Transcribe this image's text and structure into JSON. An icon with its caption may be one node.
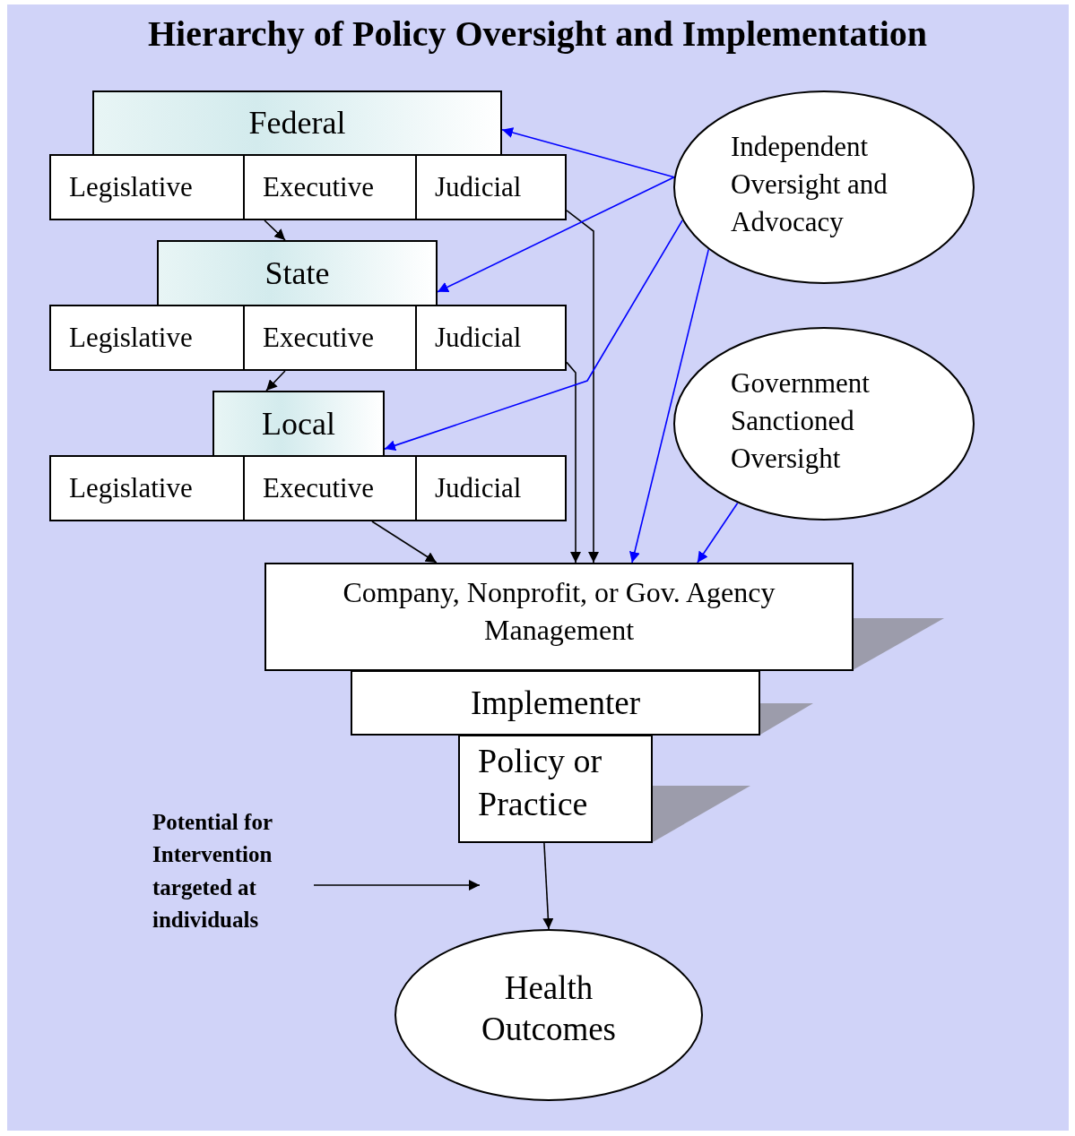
{
  "diagram": {
    "title": "Hierarchy of Policy Oversight and Implementation",
    "nodes": [
      {
        "text": [
          "Federal"
        ]
      },
      {
        "text": [
          "Legislative"
        ]
      },
      {
        "text": [
          "Executive"
        ]
      },
      {
        "text": [
          "Judicial"
        ]
      },
      {
        "text": [
          "State"
        ]
      },
      {
        "text": [
          "Legislative"
        ]
      },
      {
        "text": [
          "Executive"
        ]
      },
      {
        "text": [
          "Judicial"
        ]
      },
      {
        "text": [
          "Local"
        ]
      },
      {
        "text": [
          "Legislative"
        ]
      },
      {
        "text": [
          "Executive"
        ]
      },
      {
        "text": [
          "Judicial"
        ]
      },
      {
        "text": [
          "Independent Oversight and Advocacy"
        ]
      },
      {
        "text": [
          "Government Sanctioned Oversight"
        ]
      },
      {
        "text": [
          "Company, Nonprofit, or Gov. Agency Management"
        ]
      },
      {
        "text": [
          "Implementer"
        ]
      },
      {
        "text": [
          "Policy or Practice"
        ]
      },
      {
        "text": [
          "Potential for Intervention targeted at individuals"
        ]
      },
      {
        "text": [
          "Health Outcomes"
        ]
      }
    ],
    "edges": [
      {
        "from": 2,
        "to": 4,
        "arrow": "to"
      },
      {
        "from": 6,
        "to": 8,
        "arrow": "to"
      },
      {
        "from": 3,
        "to": 14,
        "arrow": "to"
      },
      {
        "from": 7,
        "to": 14,
        "arrow": "to"
      },
      {
        "from": 10,
        "to": 14,
        "arrow": "to"
      },
      {
        "from": 12,
        "to": 0,
        "arrow": "to",
        "color": "#0000ff"
      },
      {
        "from": 12,
        "to": 4,
        "arrow": "to",
        "color": "#0000ff"
      },
      {
        "from": 12,
        "to": 8,
        "arrow": "to",
        "color": "#0000ff"
      },
      {
        "from": 12,
        "to": 14,
        "arrow": "to",
        "color": "#0000ff"
      },
      {
        "from": 13,
        "to": 14,
        "arrow": "to",
        "color": "#0000ff"
      },
      {
        "from": 16,
        "to": 18,
        "arrow": "to"
      },
      {
        "from": 17,
        "to": null,
        "arrow": "to"
      }
    ]
  }
}
